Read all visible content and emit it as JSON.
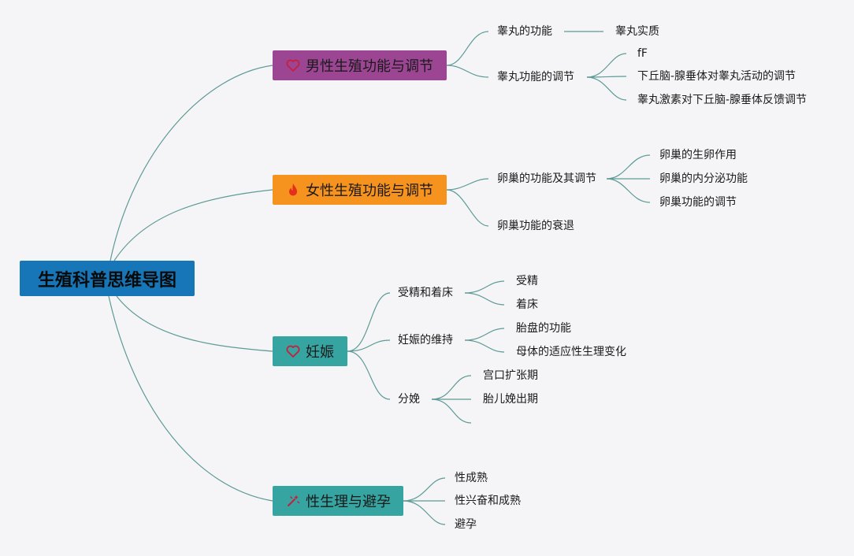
{
  "root": {
    "label": "生殖科普思维导图"
  },
  "branches": [
    {
      "label": "男性生殖功能与调节",
      "icon": "heart-outline-icon",
      "color": "#9b4593",
      "children": [
        {
          "label": "睾丸的功能",
          "children": [
            "睾丸实质"
          ]
        },
        {
          "label": "睾丸功能的调节",
          "children": [
            "fF",
            "下丘脑-腺垂体对睾丸活动的调节",
            "睾丸激素对下丘脑-腺垂体反馈调节"
          ]
        }
      ]
    },
    {
      "label": "女性生殖功能与调节",
      "icon": "fire-icon",
      "color": "#f6921e",
      "children": [
        {
          "label": "卵巢的功能及其调节",
          "children": [
            "卵巢的生卵作用",
            "卵巢的内分泌功能",
            "卵巢功能的调节"
          ]
        },
        {
          "label": "卵巢功能的衰退",
          "children": []
        }
      ]
    },
    {
      "label": "妊娠",
      "icon": "heart-outline-icon",
      "color": "#36a4a0",
      "children": [
        {
          "label": "受精和着床",
          "children": [
            "受精",
            "着床"
          ]
        },
        {
          "label": "妊娠的维持",
          "children": [
            "胎盘的功能",
            "母体的适应性生理变化"
          ]
        },
        {
          "label": "分娩",
          "children": [
            "宫口扩张期",
            "胎儿娩出期"
          ]
        }
      ]
    },
    {
      "label": "性生理与避孕",
      "icon": "magic-wand-icon",
      "color": "#36a4a0",
      "children": [
        {
          "label": "性成熟",
          "children": []
        },
        {
          "label": "性兴奋和成熟",
          "children": []
        },
        {
          "label": "避孕",
          "children": []
        }
      ]
    }
  ]
}
